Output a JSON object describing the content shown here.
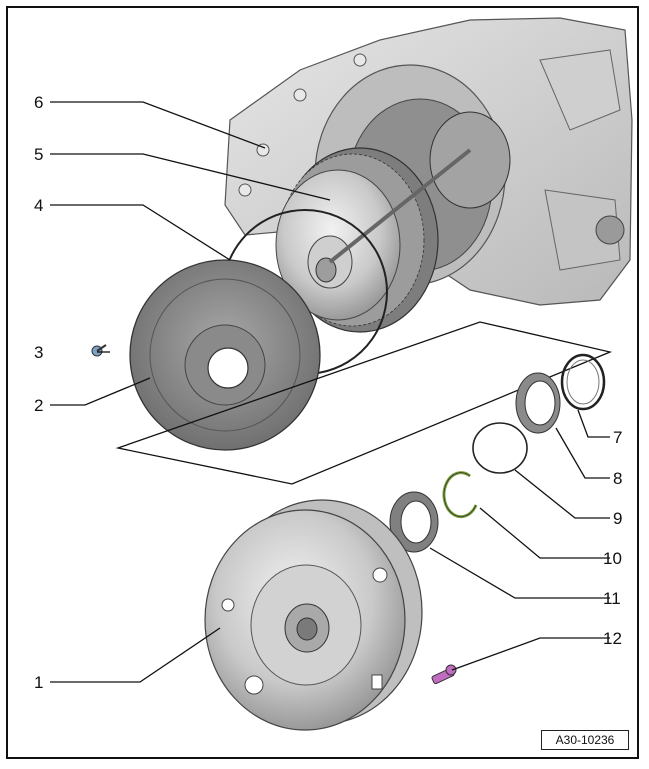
{
  "figure": {
    "reference_code": "A30-10236",
    "callouts": [
      "1",
      "2",
      "3",
      "4",
      "5",
      "6",
      "7",
      "8",
      "9",
      "10",
      "11",
      "12"
    ]
  },
  "parts": [
    {
      "number": "1",
      "icon": "torque-converter-icon"
    },
    {
      "number": "2",
      "icon": "cover-plate-icon"
    },
    {
      "number": "3",
      "icon": "bolt-icon"
    },
    {
      "number": "4",
      "icon": "o-ring-icon"
    },
    {
      "number": "5",
      "icon": "clutch-drum-icon"
    },
    {
      "number": "6",
      "icon": "transmission-housing-icon"
    },
    {
      "number": "7",
      "icon": "seal-ring-icon"
    },
    {
      "number": "8",
      "icon": "shaft-seal-icon"
    },
    {
      "number": "9",
      "icon": "sealing-ring-icon"
    },
    {
      "number": "10",
      "icon": "circlip-icon"
    },
    {
      "number": "11",
      "icon": "radial-seal-icon"
    },
    {
      "number": "12",
      "icon": "converter-bolt-icon"
    }
  ],
  "colors": {
    "line": "#111111",
    "metal_light": "#d9d9d9",
    "metal_mid": "#a8a8a8",
    "metal_dark": "#6f6f6f",
    "cover_plate": "#8c8c8c",
    "bolt_accent": "#c06cc0",
    "circlip_accent": "#7aa23a"
  }
}
